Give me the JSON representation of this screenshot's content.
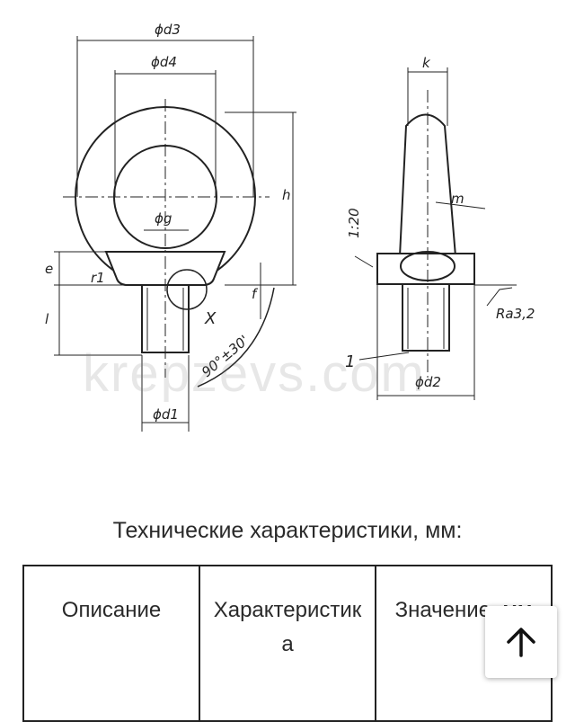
{
  "drawing": {
    "dims": {
      "d3": "ϕd3",
      "d4": "ϕd4",
      "g": "ϕg",
      "h": "h",
      "e": "e",
      "r1": "r1",
      "l": "l",
      "f": "f",
      "x": "X",
      "angle": "90°±30'",
      "d1": "ϕd1",
      "k": "k",
      "taper": "1:20",
      "m": "m",
      "ra": "Ra3,2",
      "one": "1",
      "d2": "ϕd2"
    },
    "watermark": "krepzevs.com"
  },
  "specs": {
    "title": "Технические характеристики, мм:",
    "columns": [
      "Описание",
      "Характеристика",
      "Значение, мм"
    ]
  },
  "scroll_top": {
    "icon": "arrow-up-icon"
  }
}
